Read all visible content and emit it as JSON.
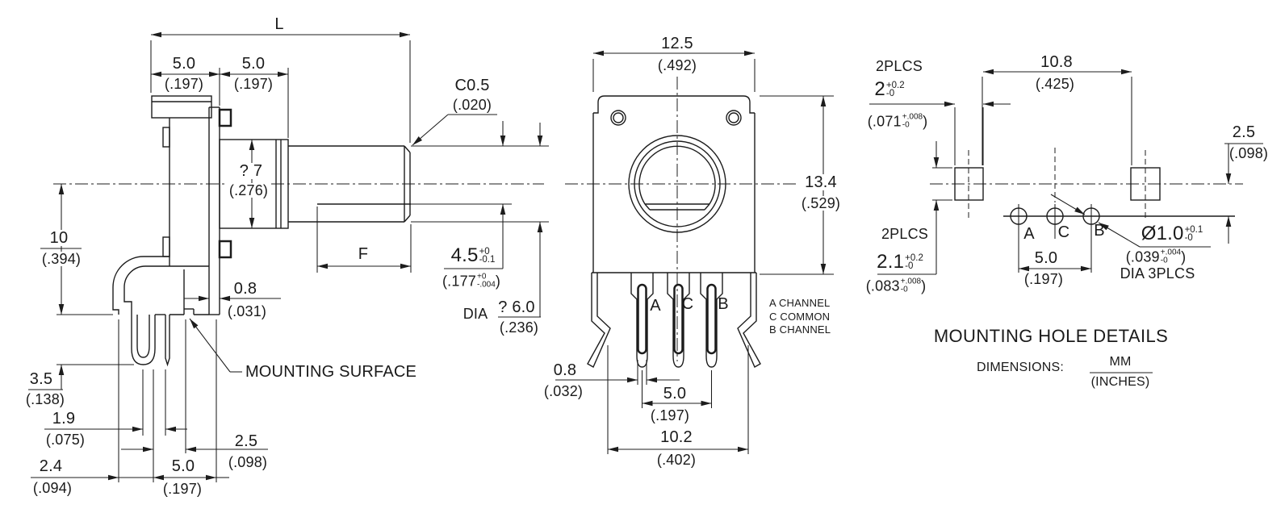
{
  "side_view": {
    "length_dim": "L",
    "body_depth": {
      "mm": "5.0",
      "in": "(.197)"
    },
    "bushing_length": {
      "mm": "5.0",
      "in": "(.197)"
    },
    "chamfer": {
      "mm": "C0.5",
      "in": "(.020)"
    },
    "bushing_dia": {
      "mm": "? 7",
      "in": "(.276)"
    },
    "center_height": {
      "mm": "10",
      "in": "(.394)"
    },
    "flat_length_dim": "F",
    "flat_depth": {
      "mm": "4.5",
      "mm_tol_plus": "+0",
      "mm_tol_minus": "-0.1",
      "in_open": "(.177",
      "in_tol_plus": "+0",
      "in_tol_minus": "-.004",
      "in_close": ")"
    },
    "shaft_dia_prefix": "DIA",
    "shaft_dia": {
      "mm": "? 6.0",
      "in": "(.236)"
    },
    "plate_thickness": {
      "mm": "0.8",
      "in": "(.031)"
    },
    "mounting_surface_label": "MOUNTING SURFACE",
    "leg_depth": {
      "mm": "3.5",
      "in": "(.138)"
    },
    "leg_width": {
      "mm": "1.9",
      "in": "(.075)"
    },
    "foot_offset": {
      "mm": "2.4",
      "in": "(.094)"
    },
    "leg_pitch": {
      "mm": "5.0",
      "in": "(.197)"
    },
    "pin_offset": {
      "mm": "2.5",
      "in": "(.098)"
    }
  },
  "front_view": {
    "body_width": {
      "mm": "12.5",
      "in": "(.492)"
    },
    "body_height": {
      "mm": "13.4",
      "in": "(.529)"
    },
    "pins": [
      "A",
      "C",
      "B"
    ],
    "pin_legend": [
      "A CHANNEL",
      "C COMMON",
      "B CHANNEL"
    ],
    "pin_width": {
      "mm": "0.8",
      "in": "(.032)"
    },
    "pin_pitch": {
      "mm": "5.0",
      "in": "(.197)"
    },
    "leg_span": {
      "mm": "10.2",
      "in": "(.402)"
    }
  },
  "mounting_view": {
    "slot_places_top": "2PLCS",
    "slot_width": {
      "mm": "2",
      "mm_tol_plus": "+0.2",
      "mm_tol_minus": "-0",
      "in_open": "(.071",
      "in_tol_plus": "+.008",
      "in_tol_minus": "-0",
      "in_close": ")"
    },
    "slot_span": {
      "mm": "10.8",
      "in": "(.425)"
    },
    "hole_row_offset": {
      "mm": "2.5",
      "in": "(.098)"
    },
    "slot_places_bottom": "2PLCS",
    "slot_height": {
      "mm": "2.1",
      "mm_tol_plus": "+0.2",
      "mm_tol_minus": "-0",
      "in_open": "(.083",
      "in_tol_plus": "+.008",
      "in_tol_minus": "-0",
      "in_close": ")"
    },
    "holes": [
      "A",
      "C",
      "B"
    ],
    "hole_pitch": {
      "mm": "5.0",
      "in": "(.197)"
    },
    "hole_dia": {
      "mm": "Ø1.0",
      "mm_tol_plus": "+0.1",
      "mm_tol_minus": "-0",
      "in_open": "(.039",
      "in_tol_plus": "+.004",
      "in_tol_minus": "-0",
      "in_close": ")"
    },
    "hole_dia_note": "DIA 3PLCS",
    "title": "MOUNTING HOLE DETAILS",
    "dimensions_label": "DIMENSIONS:",
    "units_mm": "MM",
    "units_inches": "(INCHES)"
  }
}
